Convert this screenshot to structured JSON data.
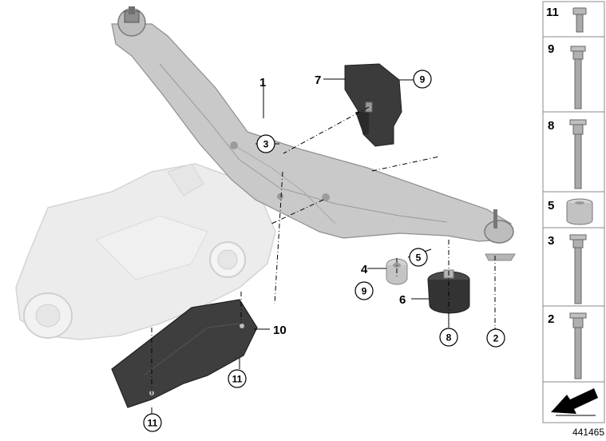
{
  "callouts": {
    "c1": "1",
    "c3": "3",
    "c4": "4",
    "c5": "5",
    "c6": "6",
    "c7": "7",
    "c9a": "9",
    "c9b": "9",
    "c8": "8",
    "c2": "2",
    "c10": "10",
    "c11a": "11",
    "c11b": "11"
  },
  "parts_panel": [
    {
      "number": "11",
      "icon": "short-bolt-icon"
    },
    {
      "number": "9",
      "icon": "long-bolt-icon"
    },
    {
      "number": "8",
      "icon": "long-bolt-icon"
    },
    {
      "number": "5",
      "icon": "bushing-icon"
    },
    {
      "number": "3",
      "icon": "long-bolt-icon"
    },
    {
      "number": "2",
      "icon": "long-bolt-icon"
    }
  ],
  "doc_number": "441465",
  "colors": {
    "part_gray": "#c8c8c8",
    "part_dark": "#3a3a3a",
    "ghost": "#e2e2e2",
    "frame": "#888888"
  }
}
